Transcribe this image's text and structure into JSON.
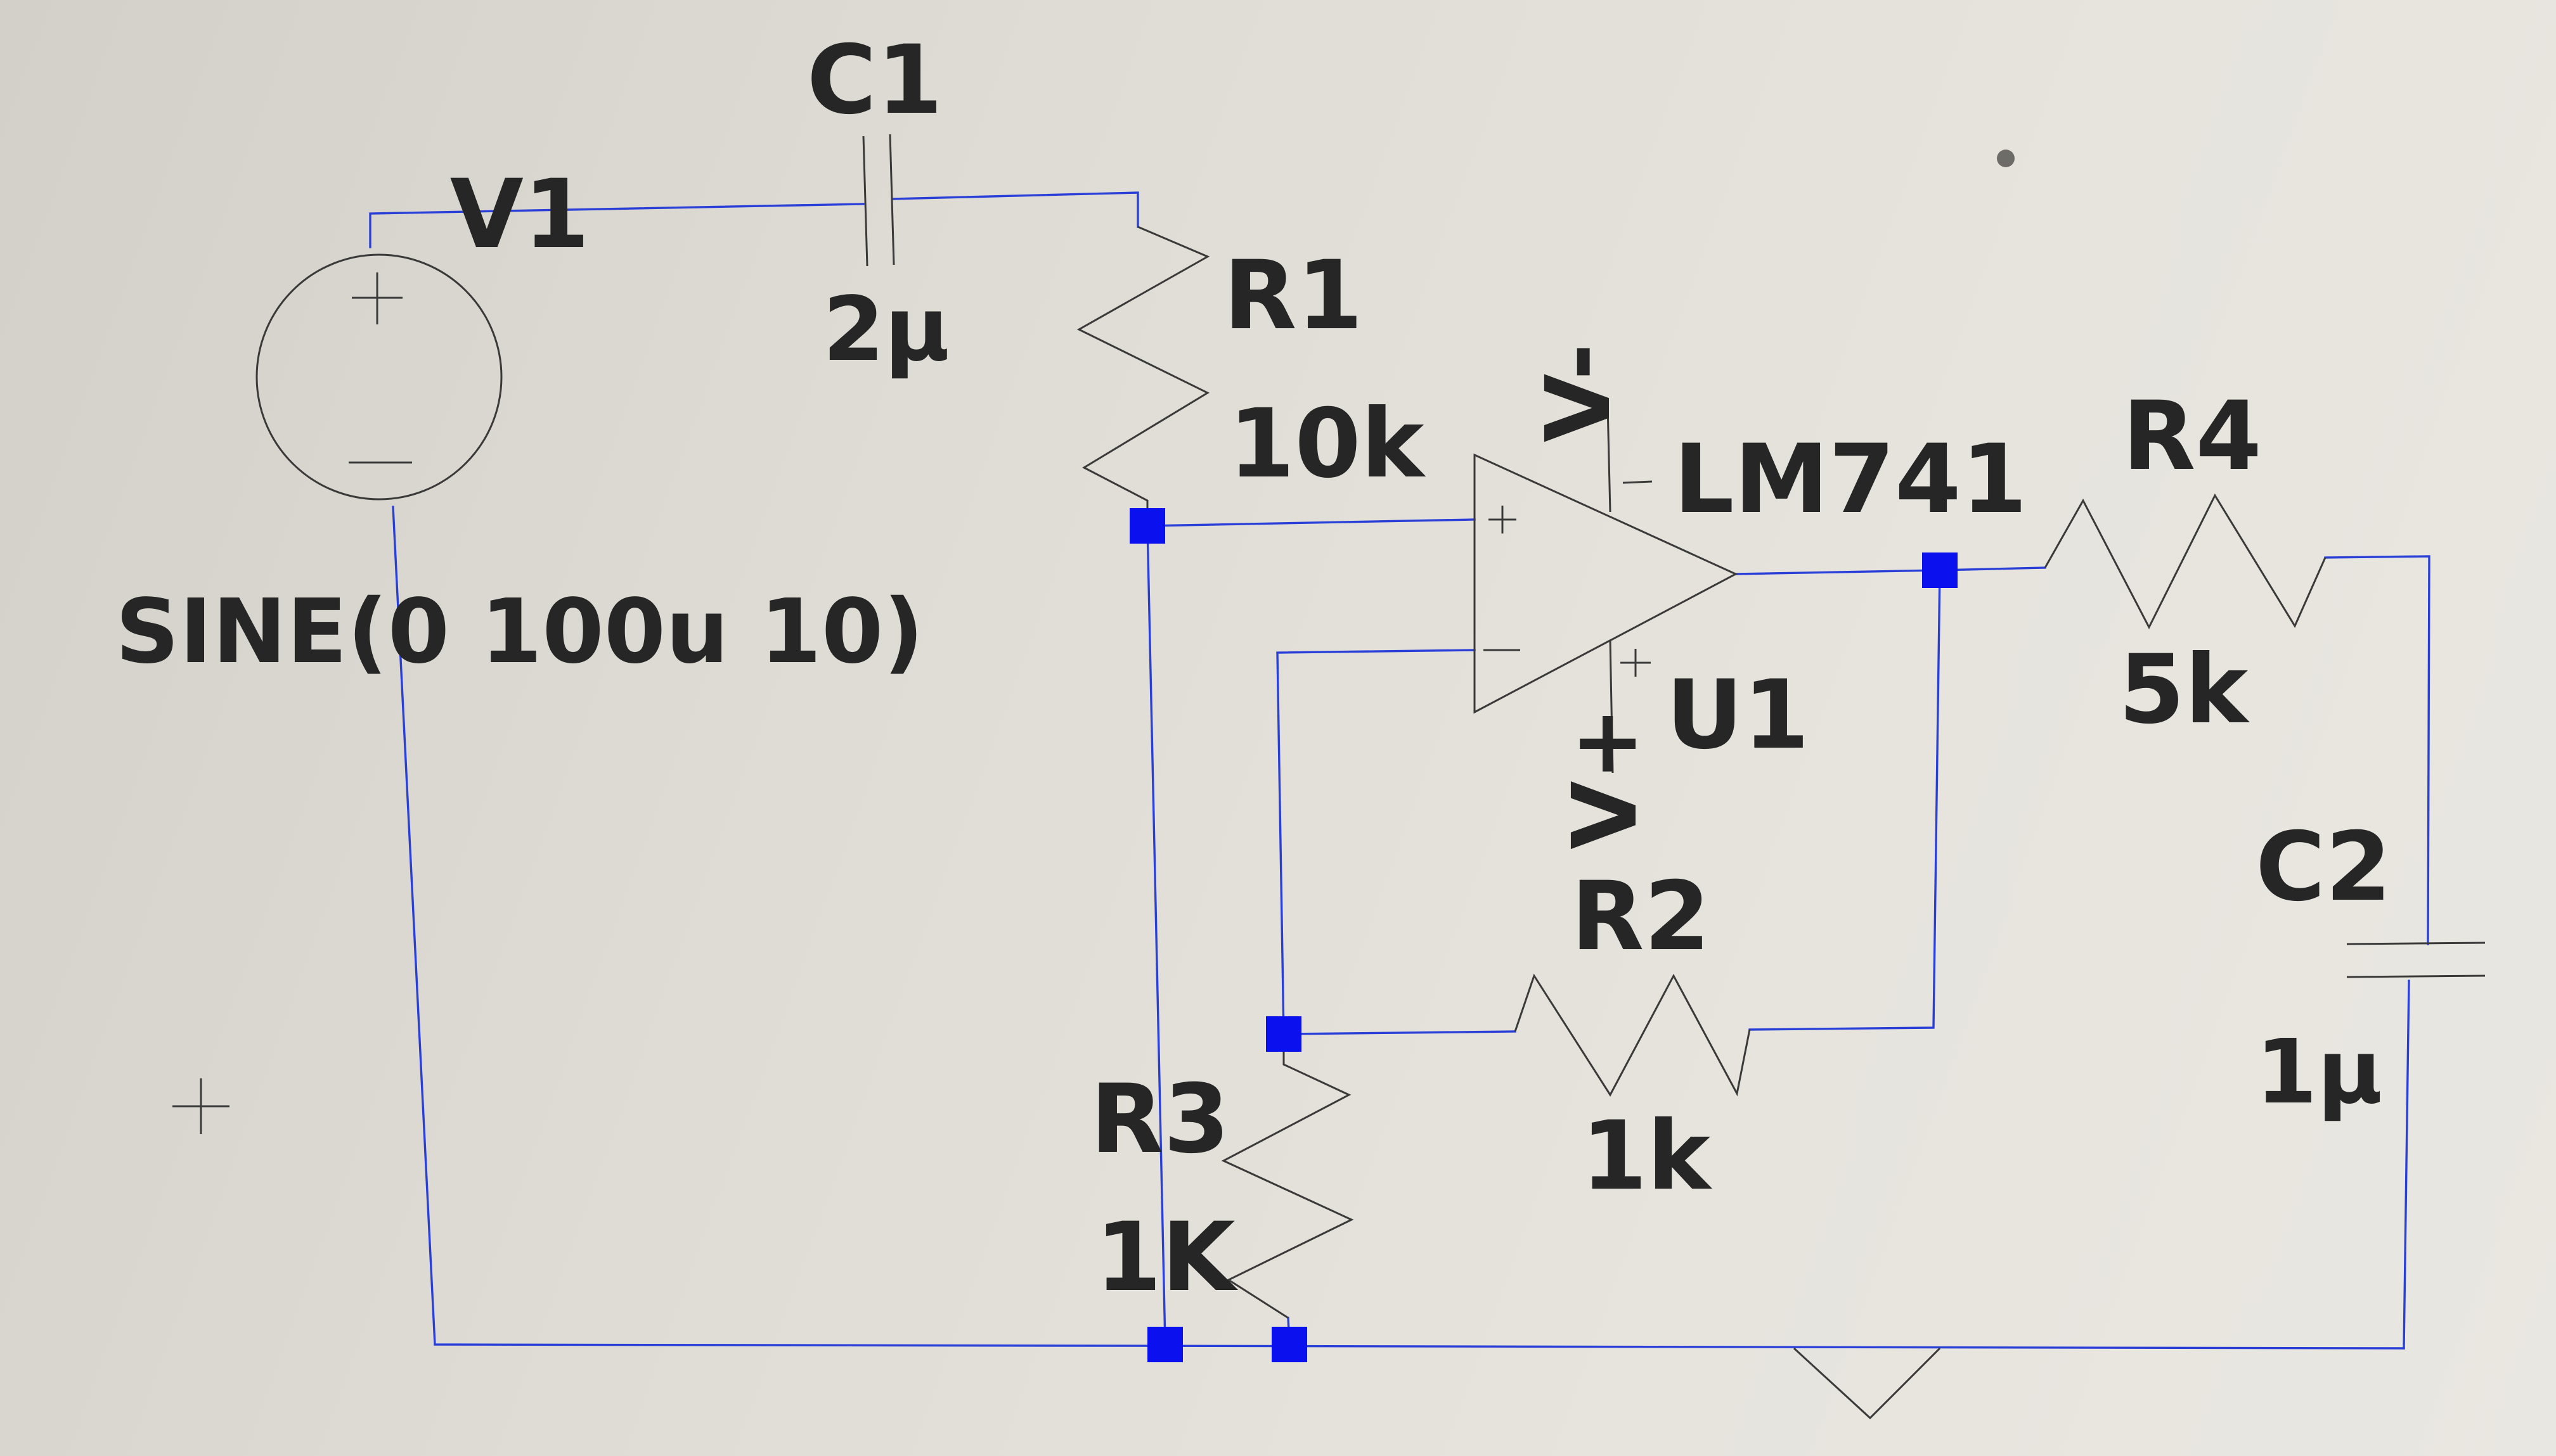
{
  "schematic": {
    "components": {
      "v1": {
        "name": "V1",
        "value": "SINE(0 100u 10)"
      },
      "c1": {
        "name": "C1",
        "value": "2μ"
      },
      "r1": {
        "name": "R1",
        "value": "10k"
      },
      "u1": {
        "name": "U1",
        "part": "LM741",
        "pin_vneg": "V-",
        "pin_vpos": "V+"
      },
      "r4": {
        "name": "R4",
        "value": "5k"
      },
      "r2": {
        "name": "R2",
        "value": "1k"
      },
      "r3": {
        "name": "R3",
        "value": "1K"
      },
      "c2": {
        "name": "C2",
        "value": "1μ"
      }
    },
    "colors": {
      "wire": "#2a3fd8",
      "node": "#0a10ee",
      "component": "#3a3a3a",
      "text": "#262626"
    }
  }
}
